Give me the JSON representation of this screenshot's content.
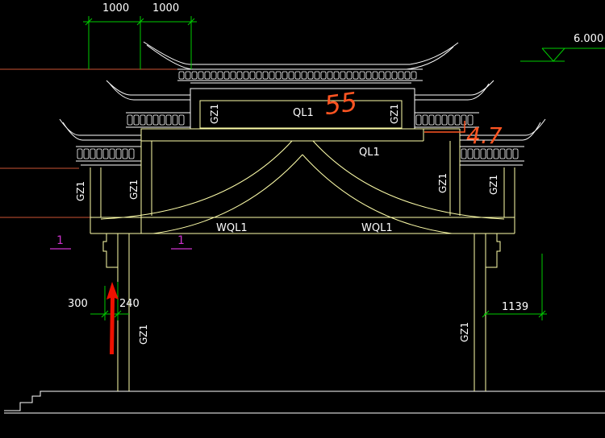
{
  "drawing": {
    "dimensions": {
      "top_left": "1000",
      "top_right": "1000",
      "elevation": "6.000",
      "col_left_a": "300",
      "col_left_b": "240",
      "col_right": "1139"
    },
    "labels": {
      "ql1_top": "QL1",
      "ql1_mid": "QL1",
      "wql1_left": "WQL1",
      "wql1_right": "WQL1",
      "gz1": "GZ1"
    },
    "section_marks": {
      "left": "1",
      "center": "1"
    },
    "annotations": {
      "handwritten_top": "55",
      "handwritten_right": "4.7"
    },
    "colors": {
      "background": "#000000",
      "outline": "#ffffaa",
      "roof": "#ffffff",
      "dimension": "#00cc00",
      "annotation": "#ff5522",
      "section": "#cc33cc",
      "leader": "#cc5533"
    }
  }
}
